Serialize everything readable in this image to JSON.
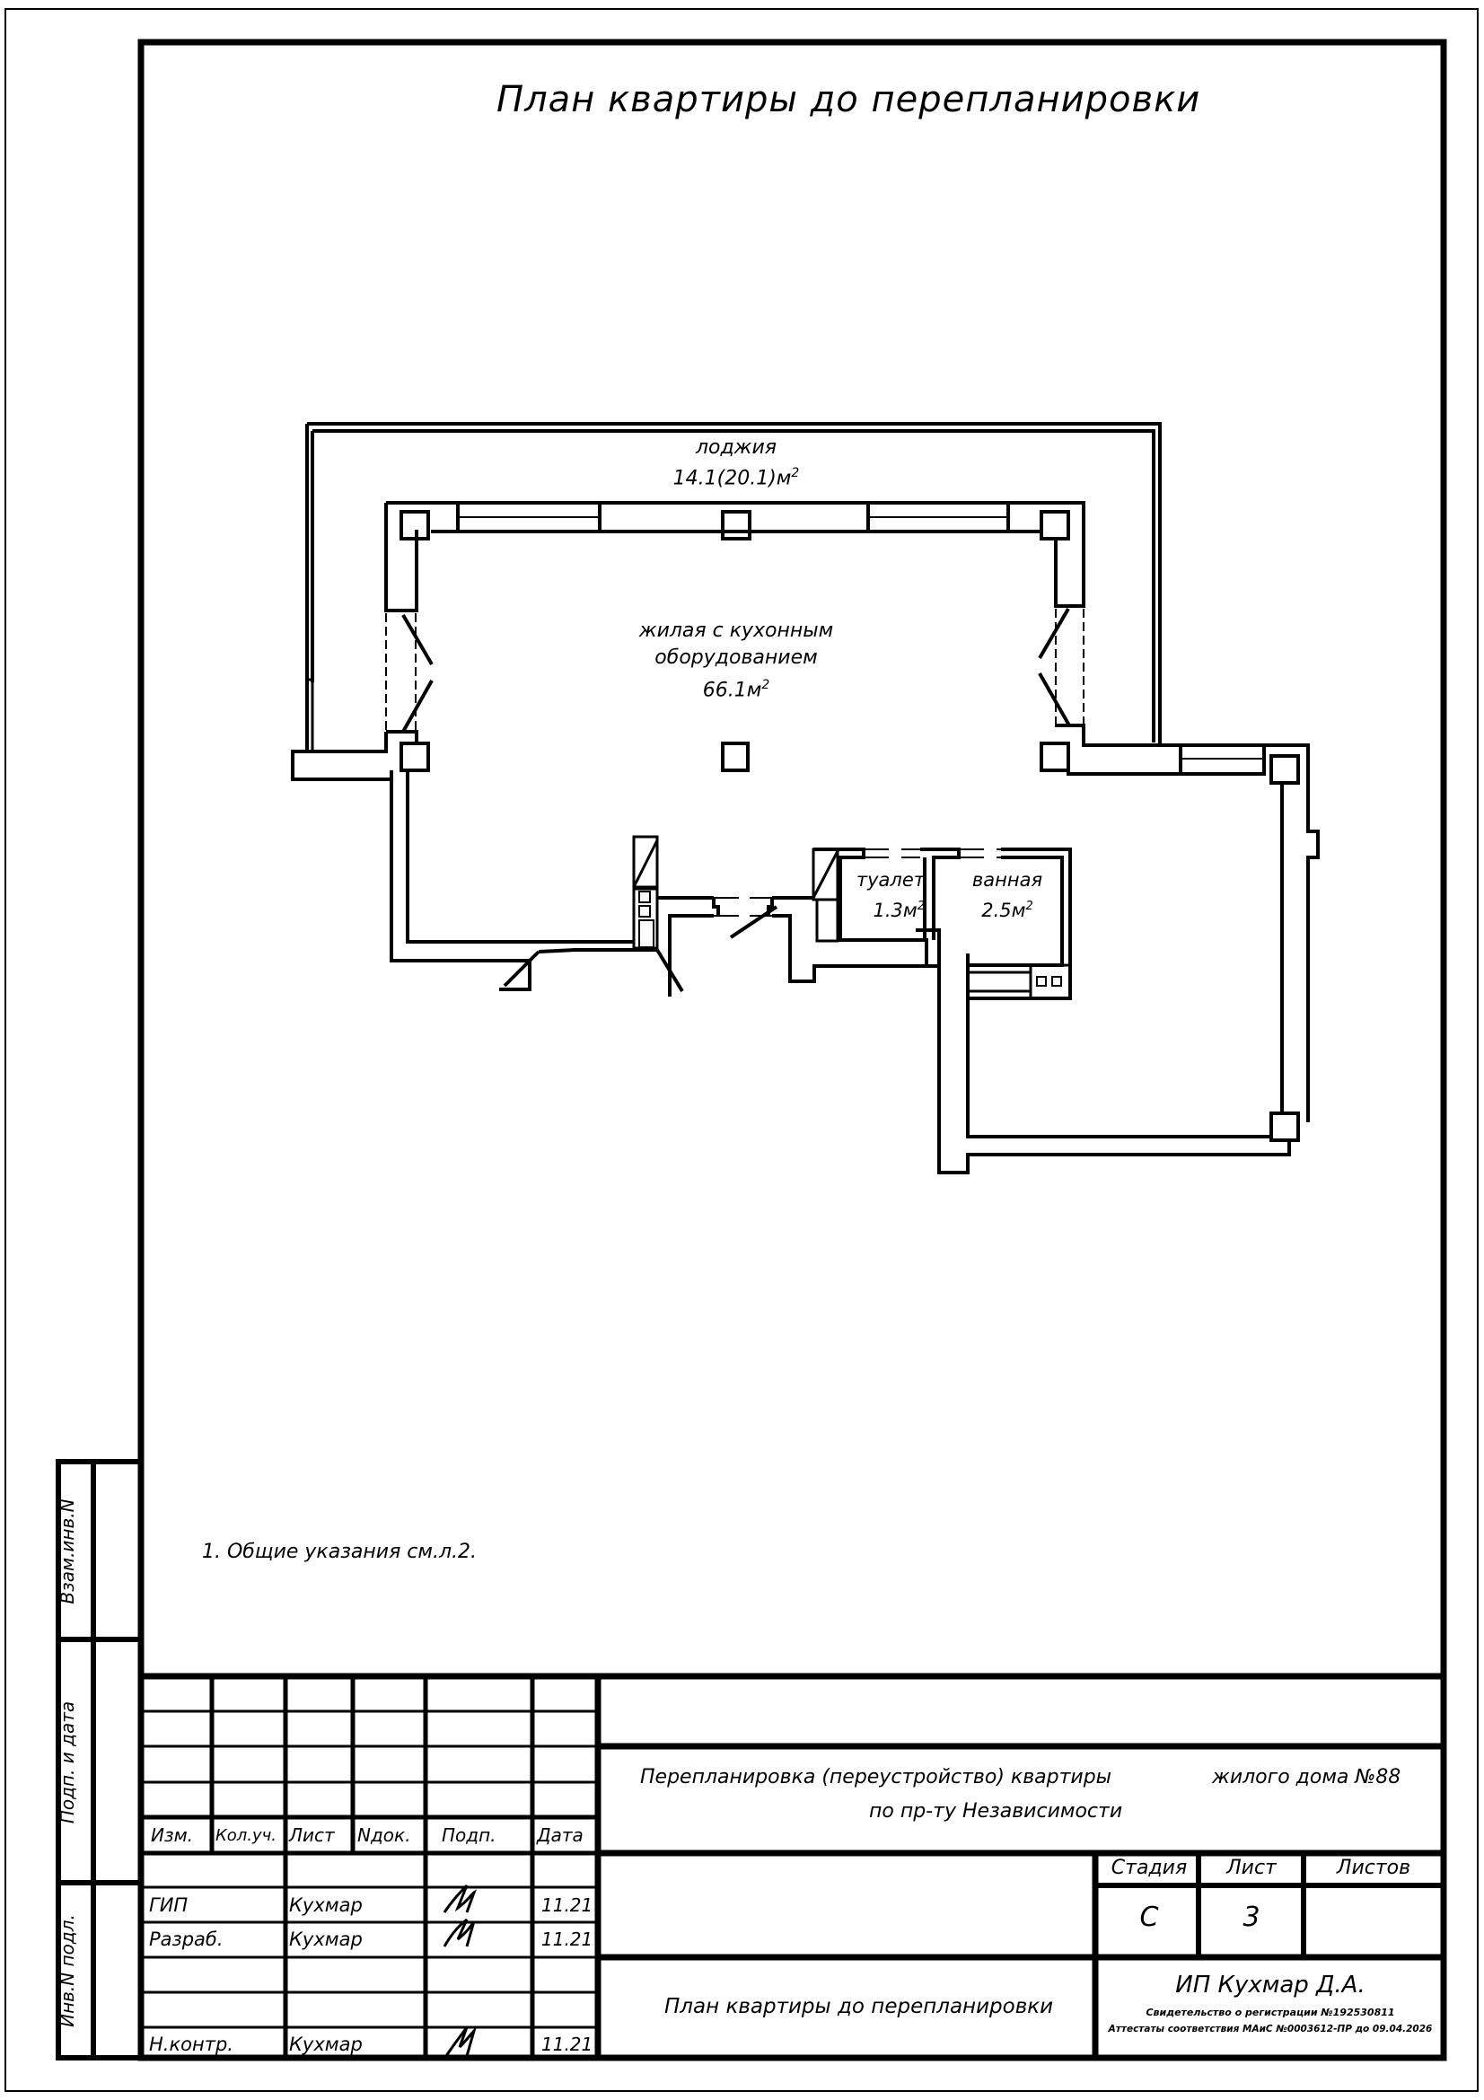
{
  "drawing": {
    "title": "План квартиры до перепланировки",
    "note": "1.  Общие указания см.л.2.",
    "rooms": [
      {
        "name": "лоджия",
        "area": "14.1(20.1)м",
        "sup": "2"
      },
      {
        "name_line1": "жилая с кухонным",
        "name_line2": "оборудованием",
        "area": "66.1м",
        "sup": "2"
      },
      {
        "name": "туалет",
        "area": "1.3м",
        "sup": "2"
      },
      {
        "name": "ванная",
        "area": "2.5м",
        "sup": "2"
      }
    ]
  },
  "side_stamp": {
    "labels": [
      "Взам.инв.N",
      "Подп. и дата",
      "Инв.N подл."
    ]
  },
  "title_block": {
    "columns": [
      "Изм.",
      "Кол.уч.",
      "Лист",
      "Nдок.",
      "Подп.",
      "Дата"
    ],
    "signers": [
      {
        "role": "ГИП",
        "name": "Кухмар",
        "date": "11.21"
      },
      {
        "role": "Разраб.",
        "name": "Кухмар",
        "date": "11.21"
      },
      {
        "role": "Н.контр.",
        "name": "Кухмар",
        "date": "11.21"
      }
    ],
    "project_line1a": "Перепланировка  (переустройство)  квартиры",
    "project_line1b": "жилого дома  №88",
    "project_line2": "по пр-ту Независимости",
    "sheet_title": "План квартиры до перепланировки",
    "stage_header": "Стадия",
    "sheet_header": "Лист",
    "sheets_header": "Листов",
    "stage_value": "С",
    "sheet_value": "3",
    "sheets_value": "",
    "org_name": "ИП Кухмар Д.А.",
    "org_reg": "Свидетельство о регистрации №192530811",
    "org_cert": "Аттестаты соответствия МАиС №0003612-ПР до 09.04.2026"
  }
}
